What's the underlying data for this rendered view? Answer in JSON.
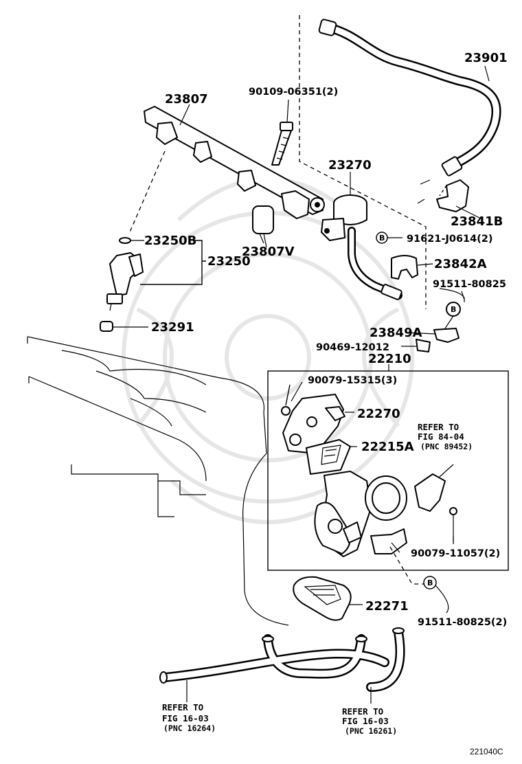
{
  "diagram_code": "221040C",
  "parts": {
    "p23901": "23901",
    "p23807": "23807",
    "p90109": "90109-06351(2)",
    "p23270": "23270",
    "p23841B": "23841B",
    "p91621": "91621-J0614(2)",
    "p23250B": "23250B",
    "p23250": "23250",
    "p23807V": "23807V",
    "p23842A": "23842A",
    "p91511a": "91511-80825",
    "p23291": "23291",
    "p23849A": "23849A",
    "p90469": "90469-12012",
    "p22210": "22210",
    "p90079a": "90079-15315(3)",
    "p22270": "22270",
    "p22215A": "22215A",
    "p90079b": "90079-11057(2)",
    "p22271": "22271",
    "p91511b": "91511-80825(2)"
  },
  "markers": {
    "b": "B"
  },
  "refs": {
    "r1": {
      "line1": "REFER TO",
      "line2": "FIG 84-04",
      "line3": "(PNC 89452)"
    },
    "r2": {
      "line1": "REFER TO",
      "line2": "FIG 16-03",
      "line3": "(PNC 16264)"
    },
    "r3": {
      "line1": "REFER TO",
      "line2": "FIG 16-03",
      "line3": "(PNC 16261)"
    }
  }
}
